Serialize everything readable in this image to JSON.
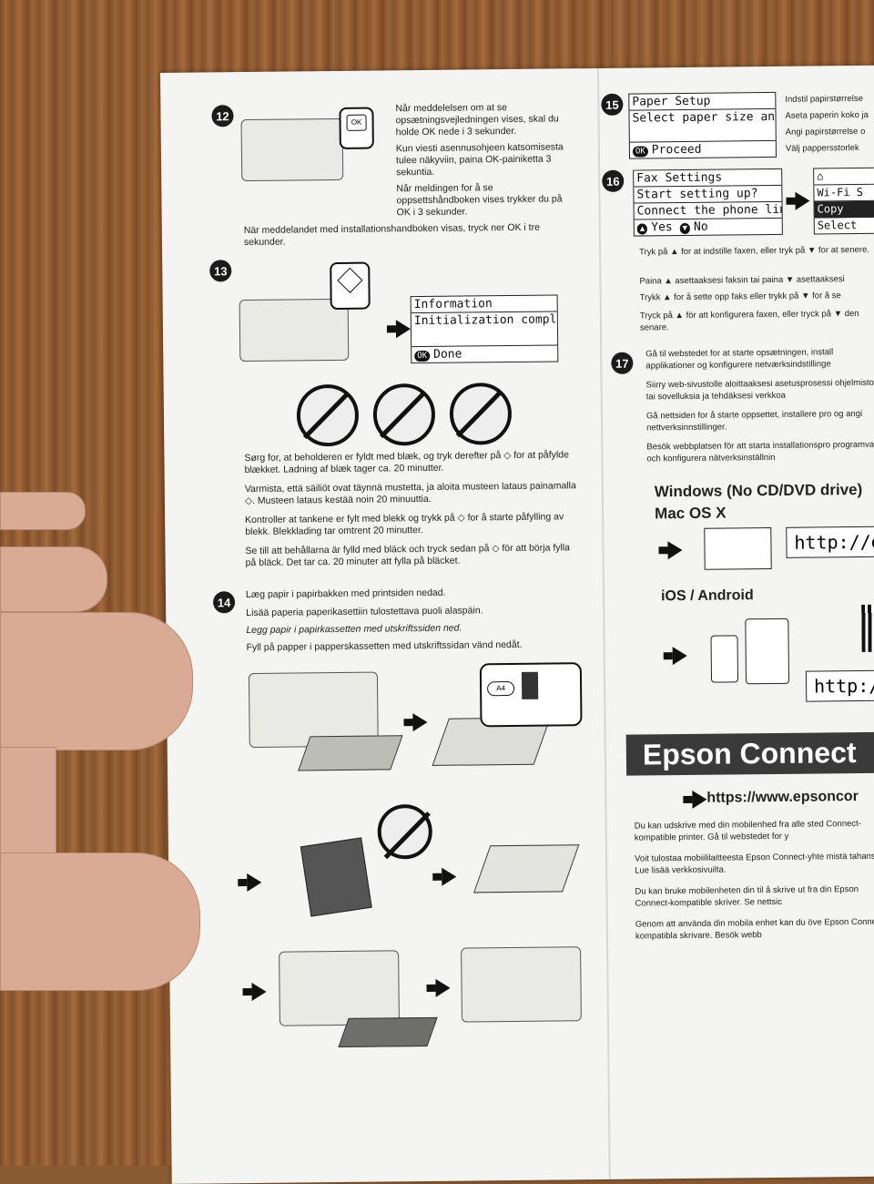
{
  "step12": {
    "num": "12",
    "ok_label": "OK",
    "da": "Når meddelelsen om at se opsætningsvejledningen vises, skal du holde OK nede i 3 sekunder.",
    "fi": "Kun viesti asennusohjeen katsomisesta tulee näkyviin, paina OK-painiketta 3 sekuntia.",
    "no": "Når meldingen for å se oppsettshåndboken vises trykker du på OK i 3 sekunder.",
    "sv": "När meddelandet med installationshandboken visas, tryck ner OK i tre sekunder."
  },
  "step13": {
    "num": "13",
    "lcd_title": "Information",
    "lcd_msg": "Initialization complete.",
    "lcd_btn_icon": "OK",
    "lcd_btn": "Done",
    "da": "Sørg for, at beholderen er fyldt med blæk, og tryk derefter på ◇ for at påfylde blækket. Ladning af blæk tager ca. 20 minutter.",
    "fi": "Varmista, että säiliöt ovat täynnä mustetta, ja aloita musteen lataus painamalla ◇. Musteen lataus kestää noin 20 minuuttia.",
    "no": "Kontroller at tankene er fylt med blekk og trykk på ◇ for å starte påfylling av blekk. Blekklading tar omtrent 20 minutter.",
    "sv": "Se till att behållarna är fylld med bläck och tryck sedan på ◇ för att börja fylla på bläck. Det tar ca. 20 minuter att fylla på bläcket."
  },
  "step14": {
    "num": "14",
    "da": "Læg papir i papirbakken med printsiden nedad.",
    "fi": "Lisää paperia paperikasettiin tulostettava puoli alaspäin.",
    "no": "Legg papir i papirkassetten med utskriftssiden ned.",
    "sv": "Fyll på papper i papperskassetten med utskriftssidan vänd nedåt.",
    "a4_label": "A4"
  },
  "step15": {
    "num": "15",
    "lcd_title": "Paper Setup",
    "lcd_msg": "Select paper size and",
    "lcd_btn_icon": "OK",
    "lcd_btn": "Proceed",
    "lines": [
      "Indstil papirstørrelse",
      "Aseta paperin koko ja",
      "Angi papirstørrelse o",
      "Välj pappersstorlek"
    ]
  },
  "step16": {
    "num": "16",
    "lcd_title": "Fax Settings",
    "lcd_msg1": "Start setting up?",
    "lcd_msg2": "Connect the phone line",
    "lcd_yes": "Yes",
    "lcd_no": "No",
    "menu": [
      "Wi-Fi S",
      "Copy",
      "Select"
    ],
    "da": "Tryk på ▲ for at indstille faxen, eller tryk på ▼ for at senere.",
    "fi": "Paina ▲ asettaaksesi faksin tai paina ▼ asettaaksesi",
    "no": "Trykk ▲ for å sette opp faks eller trykk på ▼ for å se",
    "sv": "Tryck på ▲ för att konfigurera faxen, eller tryck på ▼ den senare."
  },
  "step17": {
    "num": "17",
    "da": "Gå til webstedet for at starte opsætningen, install applikationer og konfigurere netværksindstillinge",
    "fi": "Siirry web-sivustolle aloittaaksesi asetusprosessi ohjelmiston tai sovelluksia ja tehdäksesi verkkoa",
    "no": "Gå nettsiden for å starte oppsettet, installere pro og angi nettverksinnstillinger.",
    "sv": "Besök webbplatsen för att starta installationspro programvara och konfigurera nätverksinställnin",
    "windows_label": "Windows (No CD/DVD drive)",
    "mac_label": "Mac OS X",
    "url1": "http://ep",
    "mobile_label": "iOS / Android",
    "url2": "http://e"
  },
  "epson_connect": {
    "title": "Epson Connect",
    "url": "https://www.epsoncor",
    "da": "Du kan udskrive med din mobilenhed fra alle sted Connect-kompatible printer. Gå til webstedet for y",
    "fi": "Voit tulostaa mobiililaitteesta Epson Connect-yhte mistä tahansa. Lue lisää verkkosivuilta.",
    "no": "Du kan bruke mobilenheten din til å skrive ut fra din Epson Connect-kompatible skriver. Se nettsic",
    "sv": "Genom att använda din mobila enhet kan du öve Epson Connect-kompatibla skrivare. Besök webb"
  }
}
